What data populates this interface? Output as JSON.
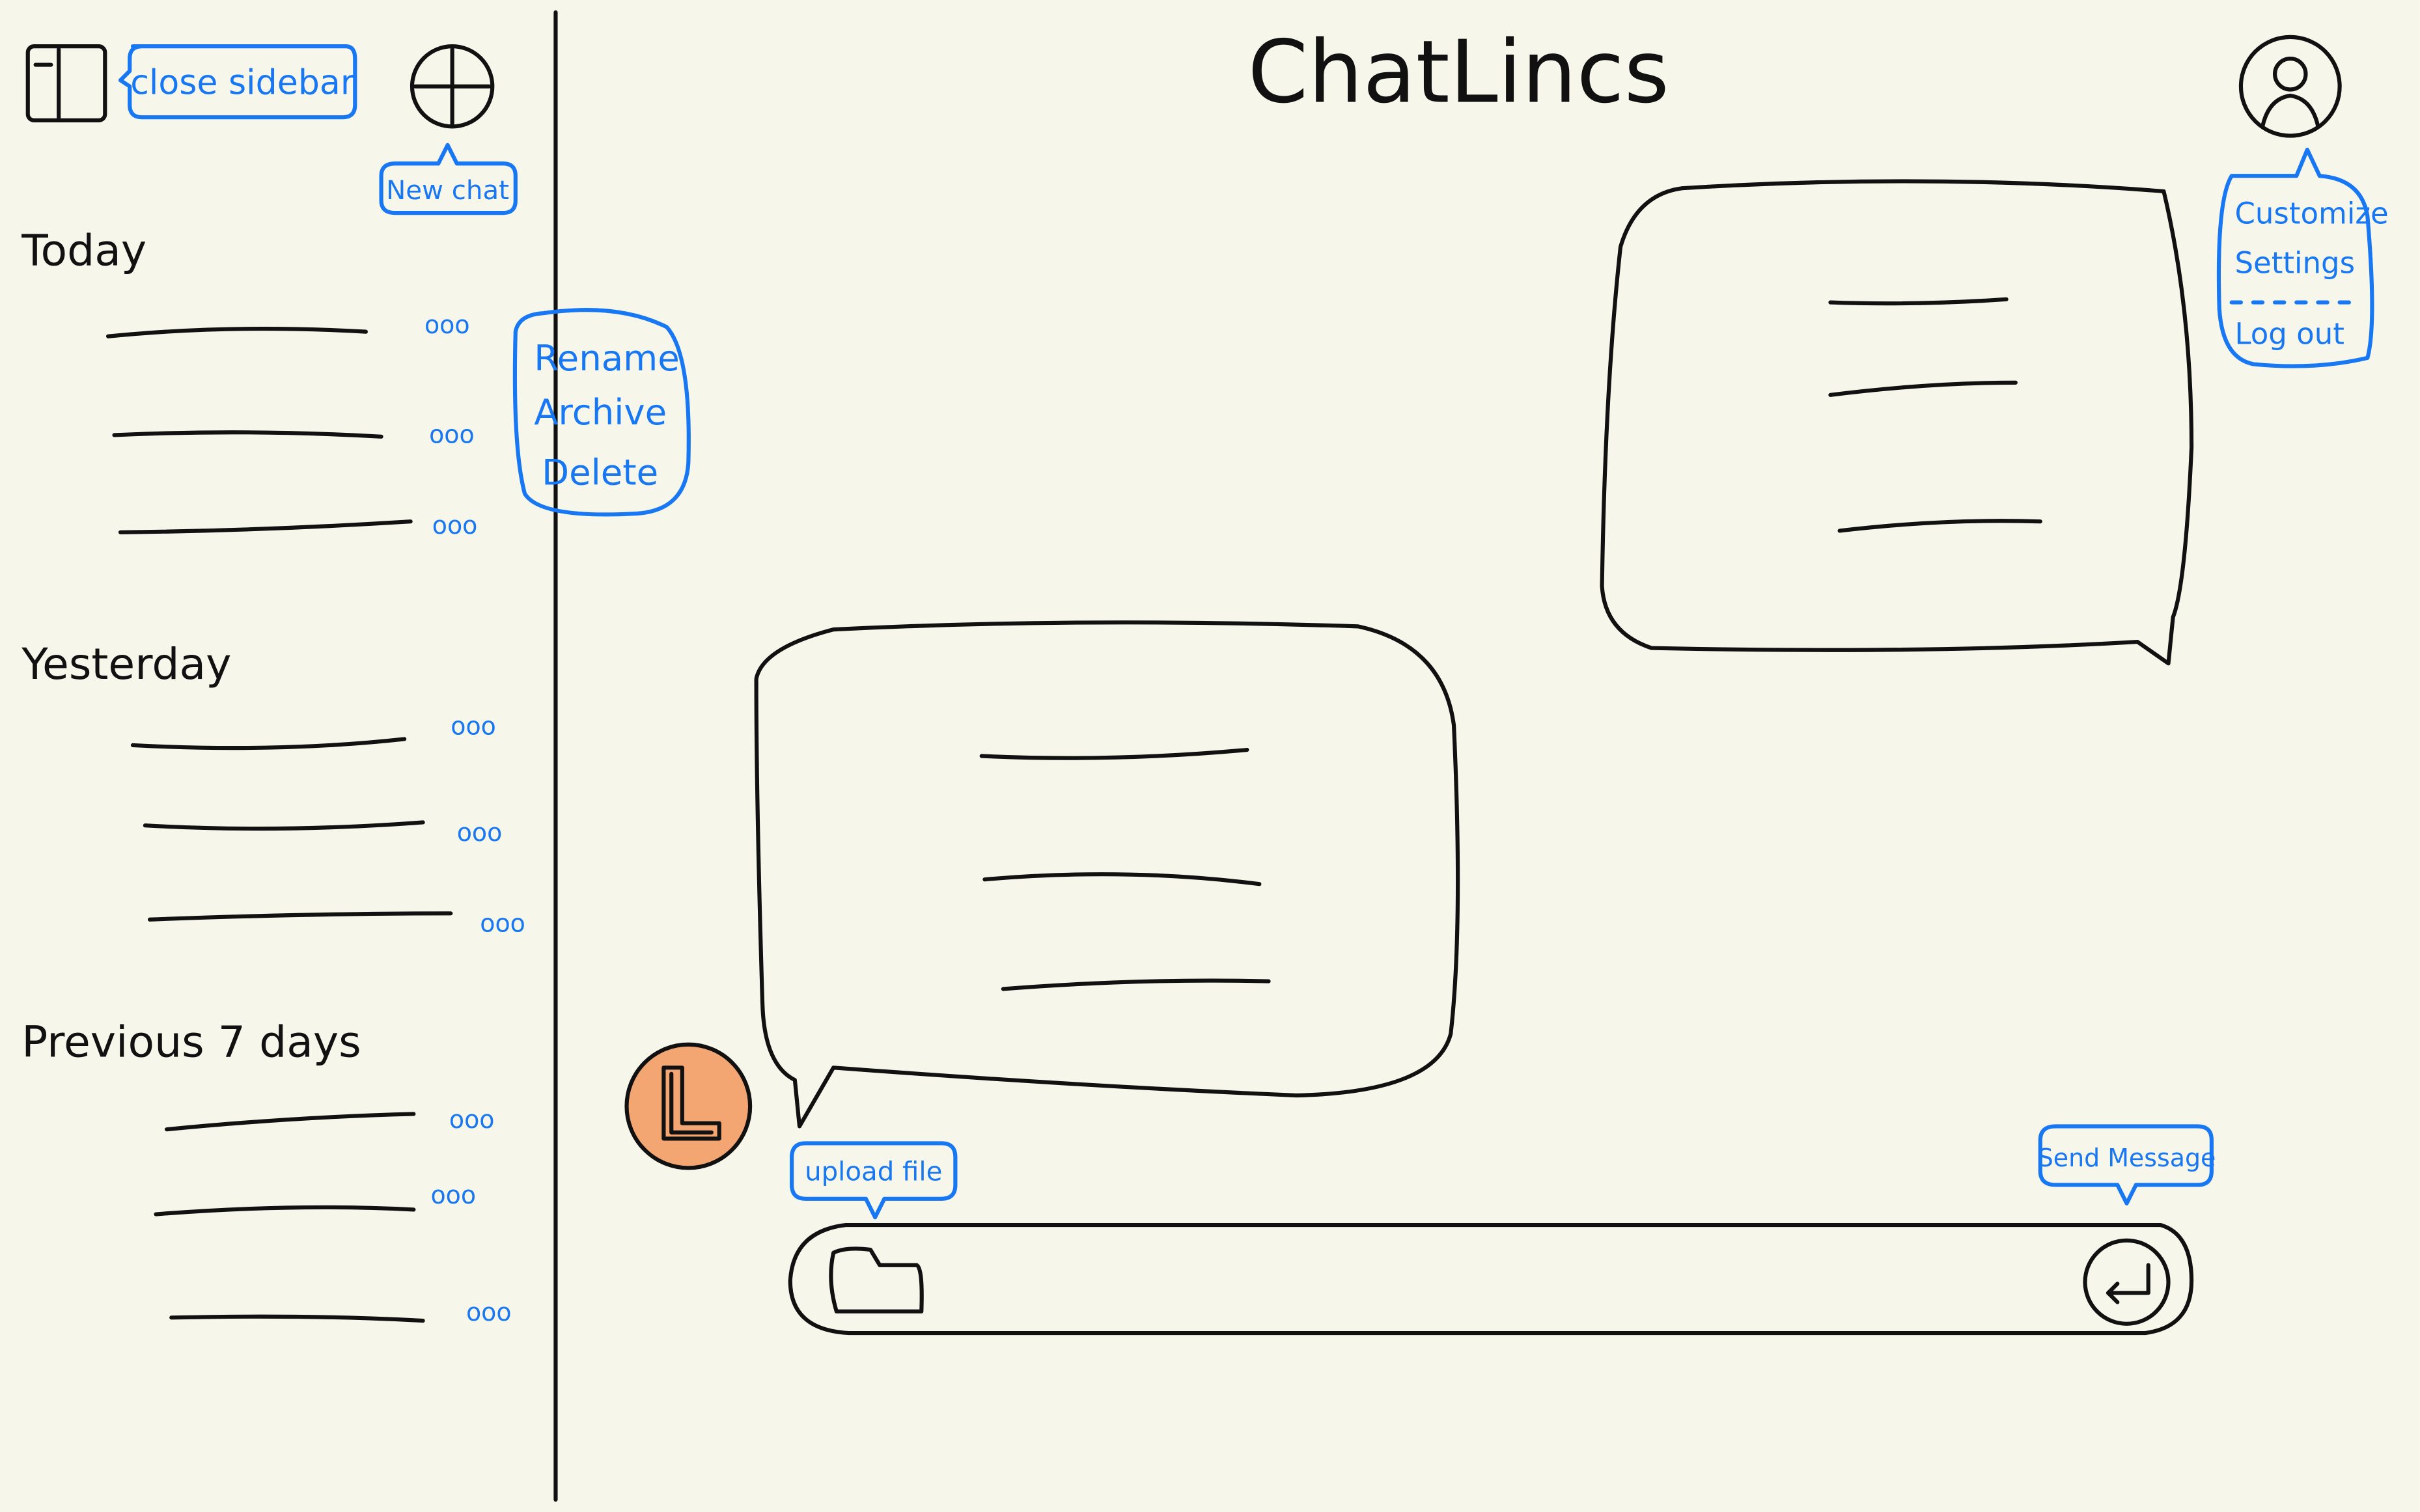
{
  "app": {
    "title": "ChatLincs"
  },
  "sidebar": {
    "close_sidebar_label": "close sidebar",
    "new_chat_label": "New chat",
    "sections": [
      {
        "heading": "Today",
        "items": [
          {
            "menu": "ooo"
          },
          {
            "menu": "ooo"
          },
          {
            "menu": "ooo"
          }
        ]
      },
      {
        "heading": "Yesterday",
        "items": [
          {
            "menu": "ooo"
          },
          {
            "menu": "ooo"
          },
          {
            "menu": "ooo"
          }
        ]
      },
      {
        "heading": "Previous 7 days",
        "items": [
          {
            "menu": "ooo"
          },
          {
            "menu": "ooo"
          },
          {
            "menu": "ooo"
          }
        ]
      }
    ],
    "context_menu": [
      "Rename",
      "Archive",
      "Delete"
    ]
  },
  "profile_menu": {
    "items": [
      "Customize",
      "Settings",
      "Log out"
    ]
  },
  "composer": {
    "upload_label": "upload file",
    "send_label": "Send Message"
  },
  "colors": {
    "annotation": "#1877f2",
    "background": "#f7f6ea",
    "assistant_avatar": "#f4a672"
  },
  "icons": {
    "sidebar": "sidebar-toggle-icon",
    "new_chat": "plus-circle-icon",
    "profile": "user-avatar-icon",
    "upload": "folder-icon",
    "send": "send-return-icon",
    "assistant": "assistant-logo-icon"
  }
}
